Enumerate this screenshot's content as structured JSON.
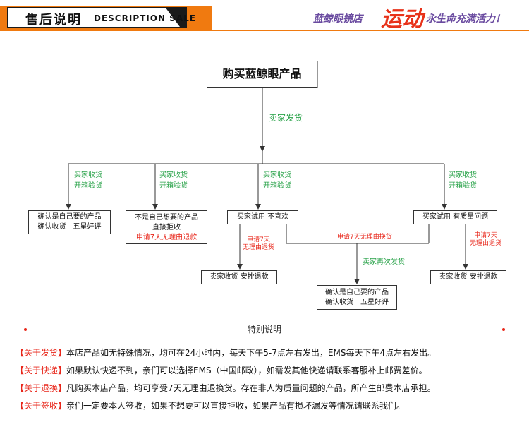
{
  "header": {
    "title_cn": "售后说明",
    "title_en": "DESCRIPTION SALE",
    "slogan_left": "蓝鲸眼镜店",
    "slogan_mid": "运动",
    "slogan_right": "永生命充满活力！",
    "accent_color": "#f07a10"
  },
  "flow": {
    "start": "购买蓝鲸眼产品",
    "ship_label": "卖家发货",
    "receive_label": "买家收货",
    "inspect_label": "开箱验货",
    "box1": [
      "确认是自己要的产品",
      "确认收货　五星好评"
    ],
    "box2": [
      "不是自己想要的产品",
      "直接拒收"
    ],
    "box2_red": "申请7天无理由退款",
    "box3": "买家试用 不喜欢",
    "box4": "买家试用 有质量问题",
    "refund_left": [
      "申请7天",
      "无理由退货"
    ],
    "exchange_label": "申请7天无理由换货",
    "refund_right": [
      "申请7天",
      "无理由退货"
    ],
    "reship_label": "卖家再次发货",
    "box5": "卖家收货 安排退款",
    "box6": [
      "确认是自己要的产品",
      "确认收货　五星好评"
    ],
    "box7": "卖家收货 安排退款"
  },
  "notes": {
    "title": "特别说明",
    "items": [
      {
        "tag": "【关于发货】",
        "text": "本店产品如无特殊情况，均可在24小时内，每天下午5-7点左右发出，EMS每天下午4点左右发出。"
      },
      {
        "tag": "【关于快递】",
        "text": "如果默认快递不到，亲们可以选择EMS（中国邮政），如需发其他快递请联系客服补上邮费差价。"
      },
      {
        "tag": "【关于退换】",
        "text": "凡购买本店产品，均可享受7天无理由退换货。存在非人为质量问题的产品，所产生邮费本店承担。"
      },
      {
        "tag": "【关于签收】",
        "text": "亲们一定要本人签收，如果不想要可以直接拒收，如果产品有损坏漏发等情况请联系我们。"
      }
    ]
  },
  "colors": {
    "green": "#2aa34a",
    "red": "#e8261a"
  }
}
